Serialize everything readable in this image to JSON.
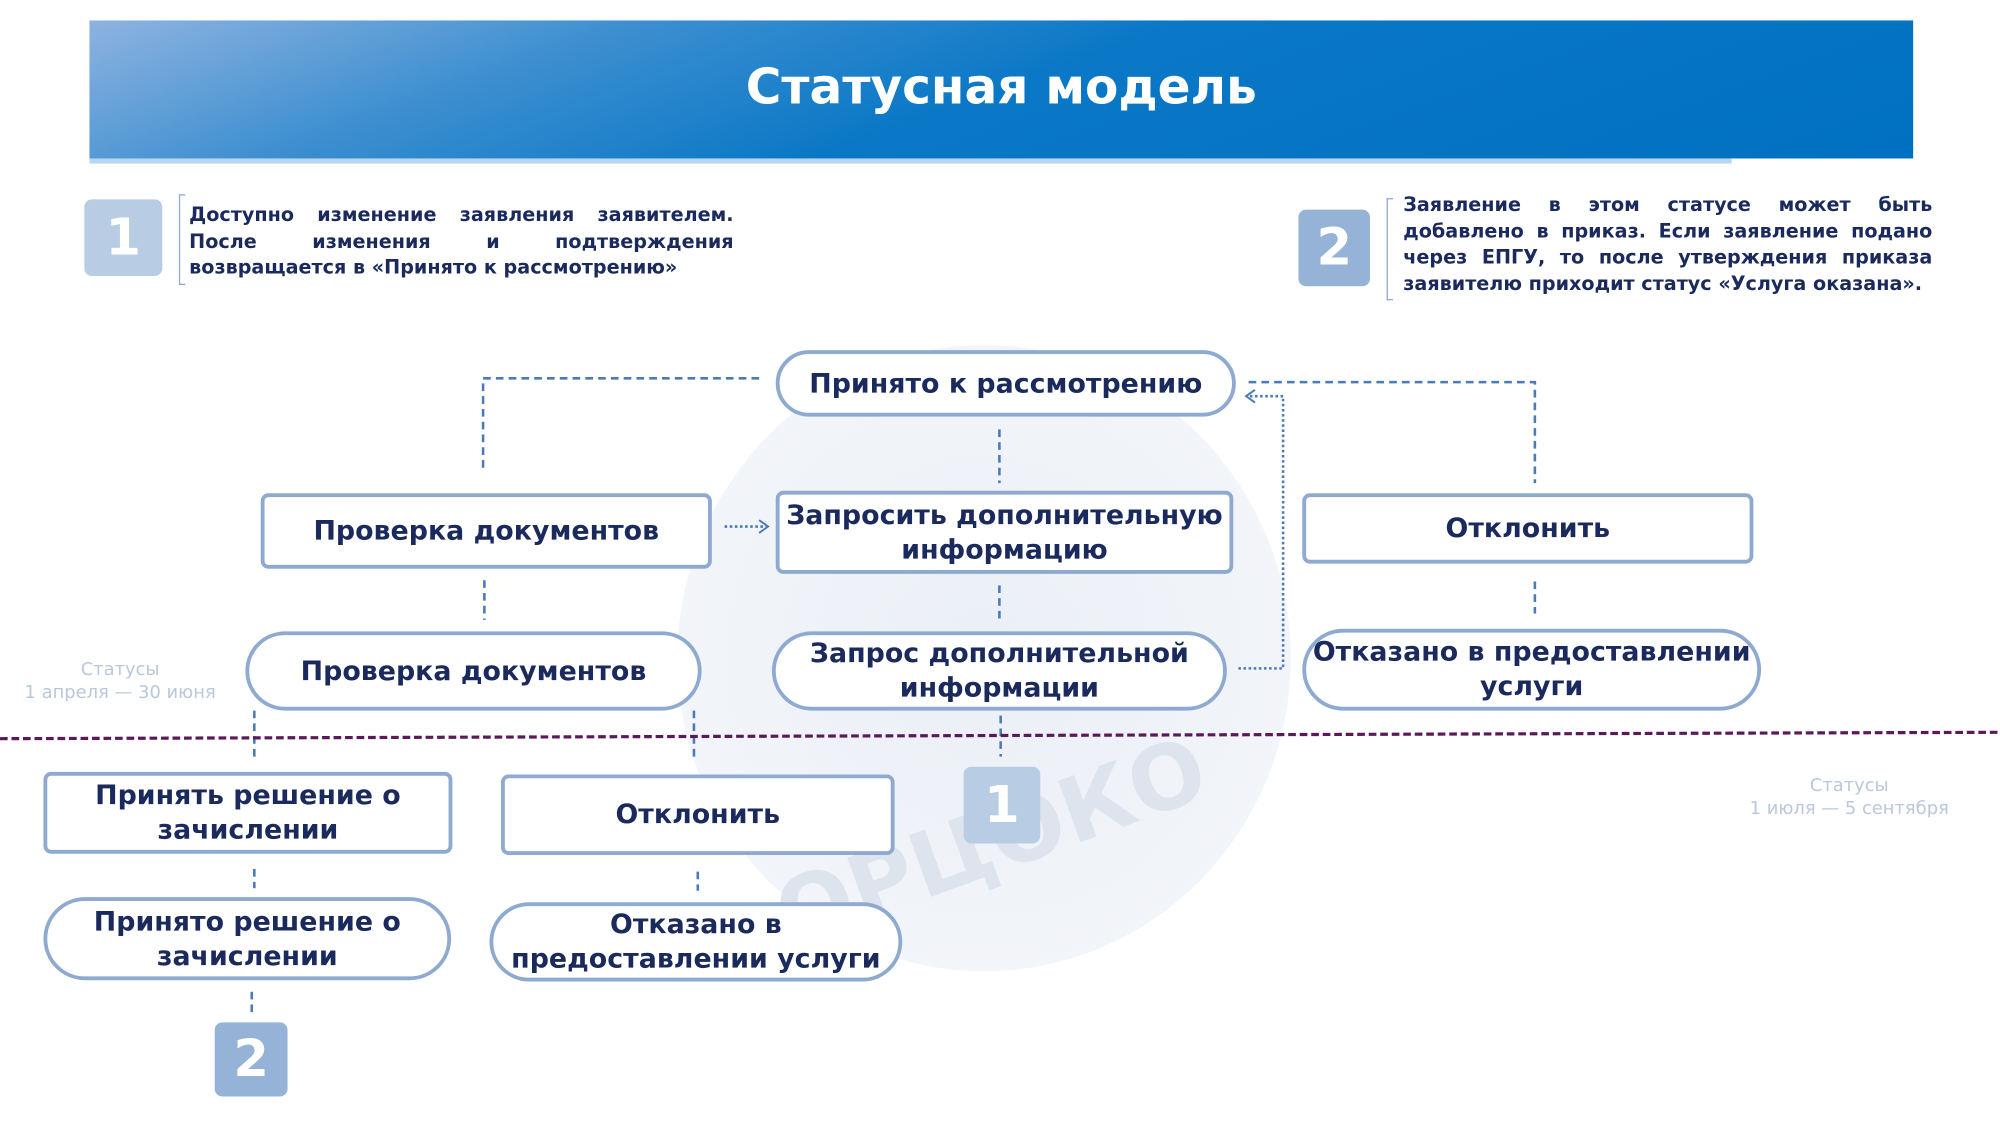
{
  "title": "Статусная модель",
  "notes": [
    {
      "badge": "1",
      "lines": [
        "Доступно изменение заявления заявителем.",
        "После изменения и подтверждения",
        "возвращается в «Принято к рассмотрению»"
      ]
    },
    {
      "badge": "2",
      "lines": [
        "Заявление в этом статусе может быть",
        "добавлено в приказ. Если заявление подано",
        "через ЕПГУ, то после утверждения приказа",
        "заявителю приходит статус «Услуга оказана»."
      ]
    }
  ],
  "periods": {
    "first": {
      "label": "Статусы",
      "range": "1 апреля — 30 июня"
    },
    "second": {
      "label": "Статусы",
      "range": "1 июля — 5 сентября"
    }
  },
  "nodes": {
    "accepted": "Принято к рассмотрению",
    "check_action": "Проверка документов",
    "request_info_action": "Запросить дополнительную информацию",
    "reject_action_top": "Отклонить",
    "check_status": "Проверка документов",
    "request_info_status": "Запрос дополнительной информации",
    "denied_status_top": "Отказано в предоставлении услуги",
    "enroll_action": "Принять решение о зачислении",
    "reject_action_bottom": "Отклонить",
    "enrolled_status": "Принято решение о зачислении",
    "denied_status_bottom": "Отказано в предоставлении услуги"
  },
  "markers": {
    "one": "1",
    "two": "2"
  },
  "watermark": "ОРЦОКО",
  "colors": {
    "header": "#0070c0",
    "border": "#8eaad0",
    "text": "#1b2a5c",
    "badge1": "#b8cce4",
    "badge2": "#95b3d7",
    "divider": "#5a1a5a",
    "connector": "#4a7ab8"
  }
}
